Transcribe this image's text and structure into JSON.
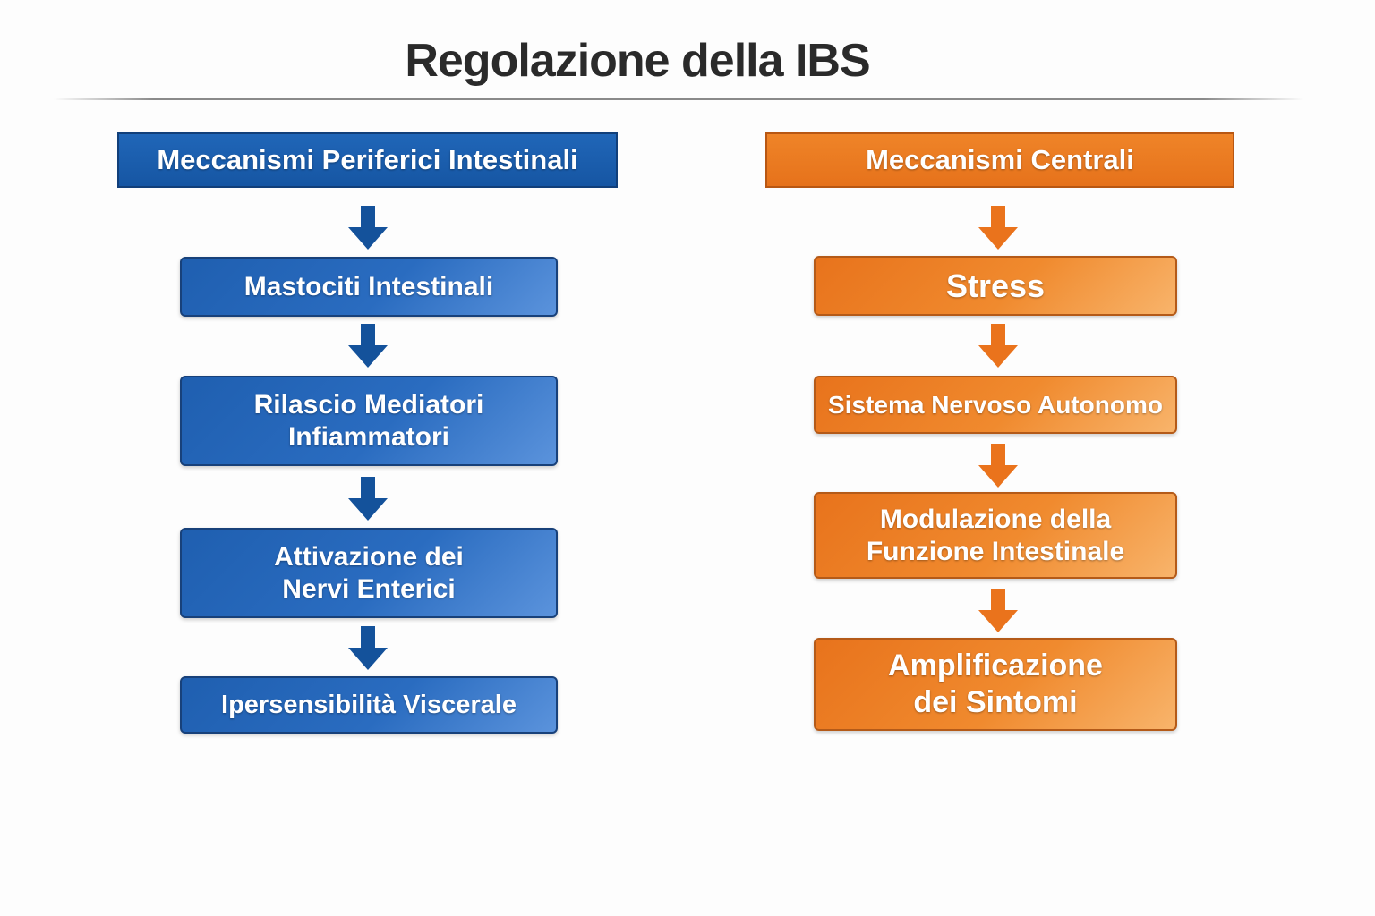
{
  "title": "Regolazione della IBS",
  "colors": {
    "blue": "#1f5fb0",
    "orange": "#ec7a22"
  },
  "left_column": {
    "header": "Meccanismi Periferici Intestinali",
    "steps": [
      "Mastociti Intestinali",
      "Rilascio Mediatori\nInfiammatori",
      "Attivazione dei\nNervi Enterici",
      "Ipersensibilità Viscerale"
    ]
  },
  "right_column": {
    "header": "Meccanismi Centrali",
    "steps": [
      "Stress",
      "Sistema Nervoso Autonomo",
      "Modulazione della\nFunzione Intestinale",
      "Amplificazione\ndei Sintomi"
    ]
  },
  "icons": {
    "flow_arrow": "down-arrow-icon"
  }
}
